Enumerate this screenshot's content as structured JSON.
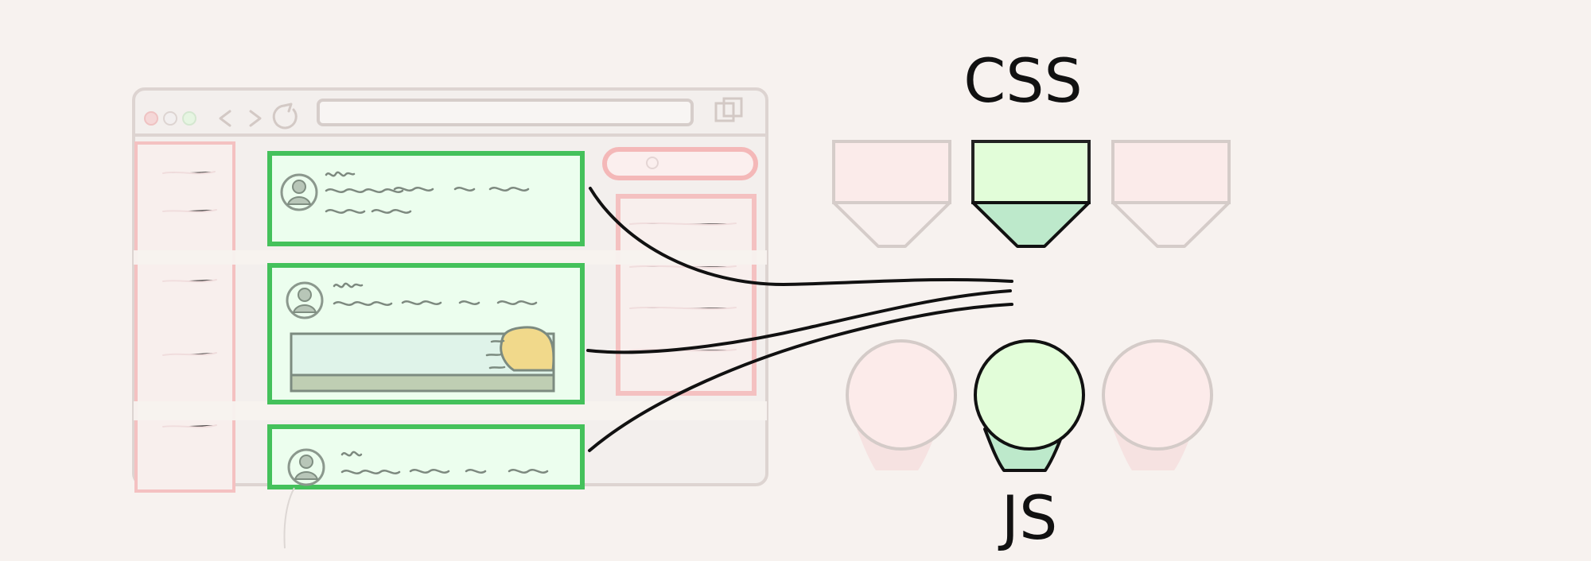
{
  "labels": {
    "css": "CSS",
    "js": "JS"
  },
  "colors": {
    "background": "#f7f2ef",
    "active_green_stroke": "#44c15b",
    "active_green_fill": "#ecfeee",
    "inactive_pink_stroke": "#f5b8b8",
    "inactive_pink_fill": "#fcebea",
    "mint_fill": "#bde9cb",
    "gray_stroke": "#d4cbc8",
    "ink": "#111111",
    "sun_fill": "#f1d98b"
  },
  "diagram": {
    "icon_names": [
      "browser-window-icon",
      "css-container-icon",
      "js-bulb-icon",
      "connector-lines"
    ]
  }
}
